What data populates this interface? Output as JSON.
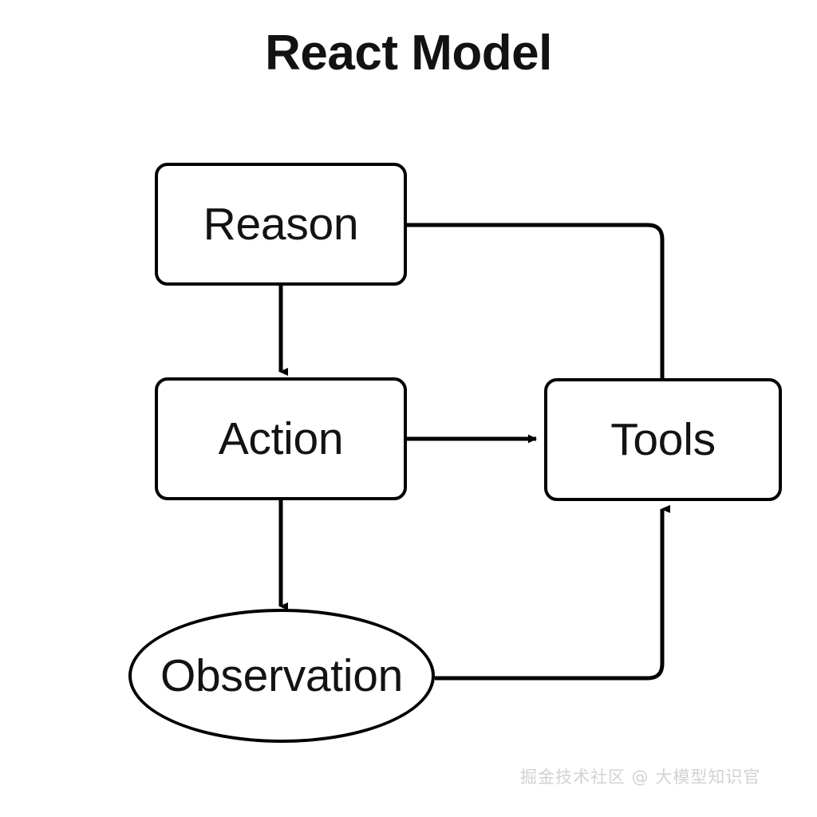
{
  "page": {
    "title": "React Model",
    "background_color": "#ffffff",
    "stroke_color": "#000000",
    "text_color": "#131313"
  },
  "diagram": {
    "type": "flowchart",
    "nodes": [
      {
        "id": "reason",
        "label": "Reason",
        "shape": "rounded-rect"
      },
      {
        "id": "action",
        "label": "Action",
        "shape": "rounded-rect"
      },
      {
        "id": "tools",
        "label": "Tools",
        "shape": "rounded-rect"
      },
      {
        "id": "observation",
        "label": "Observation",
        "shape": "ellipse"
      }
    ],
    "edges": [
      {
        "from": "reason",
        "to": "action",
        "arrowhead": true
      },
      {
        "from": "reason",
        "to": "tools",
        "arrowhead": false
      },
      {
        "from": "action",
        "to": "tools",
        "arrowhead": true
      },
      {
        "from": "action",
        "to": "observation",
        "arrowhead": true
      },
      {
        "from": "observation",
        "to": "tools",
        "arrowhead": true
      }
    ]
  },
  "watermark": {
    "text": "掘金技术社区 @ 大模型知识官"
  }
}
